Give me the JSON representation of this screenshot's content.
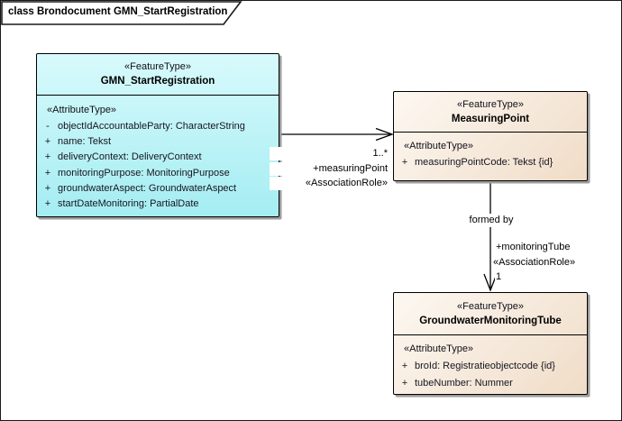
{
  "frame": {
    "title": "class Brondocument GMN_StartRegistration"
  },
  "colors": {
    "class1_fill_light": "#D8FAFC",
    "class1_fill": "#A4EDF2",
    "class2_fill_light": "#FDF8F2",
    "class2_fill": "#F0DCC7",
    "border": "#000000",
    "frame_border": "#1A1A1A",
    "shadow": "#9C9C9C",
    "text": "#15151F"
  },
  "classes": [
    {
      "stereotype": "«FeatureType»",
      "name": "GMN_StartRegistration",
      "compartment_label": "«AttributeType»",
      "attributes": [
        {
          "vis": "-",
          "text": "objectIdAccountableParty: CharacterString"
        },
        {
          "vis": "+",
          "text": "name: Tekst"
        },
        {
          "vis": "+",
          "text": "deliveryContext: DeliveryContext"
        },
        {
          "vis": "+",
          "text": "monitoringPurpose: MonitoringPurpose"
        },
        {
          "vis": "+",
          "text": "groundwaterAspect: GroundwaterAspect"
        },
        {
          "vis": "+",
          "text": "startDateMonitoring: PartialDate"
        }
      ]
    },
    {
      "stereotype": "«FeatureType»",
      "name": "MeasuringPoint",
      "compartment_label": "«AttributeType»",
      "attributes": [
        {
          "vis": "+",
          "text": "measuringPointCode: Tekst {id}"
        }
      ]
    },
    {
      "stereotype": "«FeatureType»",
      "name": "GroundwaterMonitoringTube",
      "compartment_label": "«AttributeType»",
      "attributes": [
        {
          "vis": "+",
          "text": "broId: Registratieobjectcode {id}"
        },
        {
          "vis": "+",
          "text": "tubeNumber: Nummer"
        }
      ]
    }
  ],
  "associations": [
    {
      "multiplicity": "1..*",
      "role": "+measuringPoint",
      "stereotype": "«AssociationRole»"
    },
    {
      "name": "formed by",
      "role": "+monitoringTube",
      "stereotype": "«AssociationRole»",
      "multiplicity": "1"
    }
  ]
}
